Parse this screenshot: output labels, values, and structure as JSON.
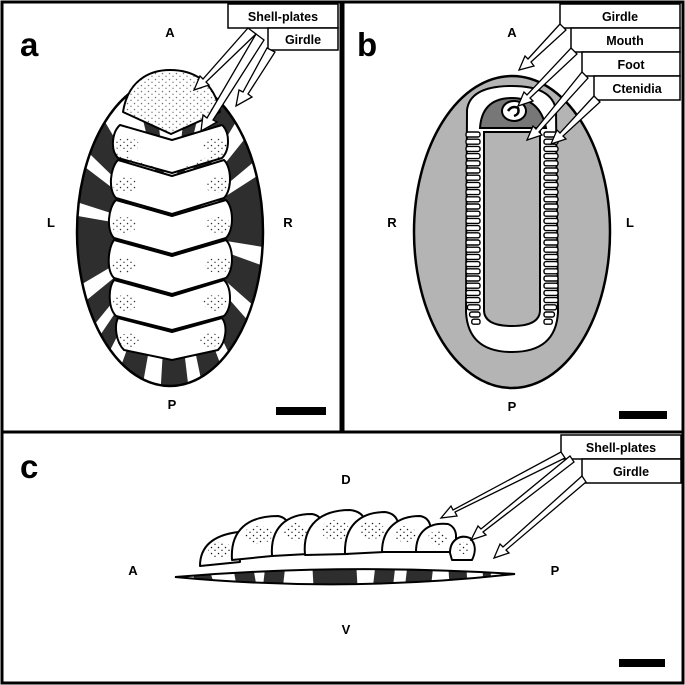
{
  "colors": {
    "ink": "#000000",
    "girdle_dark": "#2e2e2e",
    "girdle_gray": "#b4b4b4",
    "paper": "#ffffff"
  },
  "panel_a": {
    "letter": "a",
    "orient": {
      "top": "A",
      "bottom": "P",
      "left": "L",
      "right": "R"
    },
    "callouts": [
      "Shell-plates",
      "Girdle"
    ]
  },
  "panel_b": {
    "letter": "b",
    "orient": {
      "top": "A",
      "bottom": "P",
      "left": "R",
      "right": "L"
    },
    "callouts": [
      "Girdle",
      "Mouth",
      "Foot",
      "Ctenidia"
    ]
  },
  "panel_c": {
    "letter": "c",
    "orient": {
      "top": "D",
      "bottom": "V",
      "left": "A",
      "right": "P"
    },
    "callouts": [
      "Shell-plates",
      "Girdle"
    ]
  },
  "scale_bar_count": 3
}
